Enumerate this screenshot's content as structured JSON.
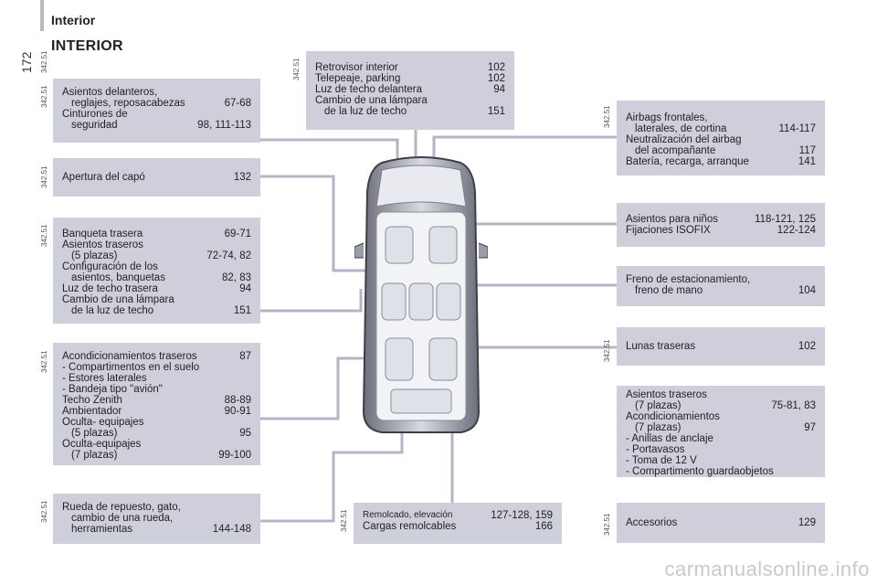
{
  "header": {
    "section": "Interior",
    "page_number": "172",
    "title": "INTERIOR"
  },
  "code_label": "342.51",
  "boxes": {
    "front_seats": {
      "rows": [
        {
          "t": "Asientos delanteros,",
          "p": ""
        },
        {
          "t": "reglajes, reposacabezas",
          "p": "67-68",
          "i": true
        },
        {
          "t": "Cinturones de",
          "p": ""
        },
        {
          "t": "seguridad",
          "p": "98, 111-113",
          "i": true
        }
      ]
    },
    "bonnet": {
      "rows": [
        {
          "t": "Apertura del capó",
          "p": "132"
        }
      ]
    },
    "rear_bench": {
      "rows": [
        {
          "t": "Banqueta trasera",
          "p": "69-71"
        },
        {
          "t": "Asientos traseros",
          "p": ""
        },
        {
          "t": "(5 plazas)",
          "p": "72-74, 82",
          "i": true
        },
        {
          "t": "Configuración de los",
          "p": ""
        },
        {
          "t": "asientos, banquetas",
          "p": "82, 83",
          "i": true
        },
        {
          "t": "Luz de techo trasera",
          "p": "94"
        },
        {
          "t": "Cambio de una lámpara",
          "p": ""
        },
        {
          "t": "de la luz de techo",
          "p": "151",
          "i": true
        }
      ]
    },
    "rear_fittings": {
      "rows": [
        {
          "t": "Acondicionamientos traseros",
          "p": "87"
        },
        {
          "t": "-  Compartimentos en el suelo",
          "p": ""
        },
        {
          "t": "-  Estores laterales",
          "p": ""
        },
        {
          "t": "-  Bandeja tipo \"avión\"",
          "p": ""
        },
        {
          "t": "Techo Zenith",
          "p": "88-89"
        },
        {
          "t": "Ambientador",
          "p": "90-91"
        },
        {
          "t": "Oculta- equipajes",
          "p": ""
        },
        {
          "t": "(5 plazas)",
          "p": "95",
          "i": true
        },
        {
          "t": "Oculta-equipajes",
          "p": ""
        },
        {
          "t": "(7 plazas)",
          "p": "99-100",
          "i": true
        }
      ]
    },
    "spare_wheel": {
      "rows": [
        {
          "t": "Rueda de repuesto, gato,",
          "p": ""
        },
        {
          "t": "cambio de una rueda,",
          "p": "",
          "i": true
        },
        {
          "t": "herramientas",
          "p": "144-148",
          "i": true
        }
      ]
    },
    "mirror": {
      "rows": [
        {
          "t": "Retrovisor interior",
          "p": "102"
        },
        {
          "t": "Telepeaje, parking",
          "p": "102"
        },
        {
          "t": "Luz de techo delantera",
          "p": "94"
        },
        {
          "t": "Cambio de una lámpara",
          "p": ""
        },
        {
          "t": "de la luz de techo",
          "p": "151",
          "i": true
        }
      ]
    },
    "towing": {
      "rows": [
        {
          "t": "Remolcado, elevación",
          "p": "127-128, 159",
          "s": true
        },
        {
          "t": "Cargas remolcables",
          "p": "166"
        }
      ]
    },
    "airbags": {
      "rows": [
        {
          "t": "Airbags frontales,",
          "p": ""
        },
        {
          "t": "laterales, de cortina",
          "p": "114-117",
          "i": true
        },
        {
          "t": "Neutralización del airbag",
          "p": ""
        },
        {
          "t": "del acompañante",
          "p": "117",
          "i": true
        },
        {
          "t": "Batería, recarga, arranque",
          "p": "141"
        }
      ]
    },
    "child_seats": {
      "rows": [
        {
          "t": "Asientos para niños",
          "p": "118-121, 125"
        },
        {
          "t": "Fijaciones ISOFIX",
          "p": "122-124"
        }
      ]
    },
    "parking_brake": {
      "rows": [
        {
          "t": "Freno de estacionamiento,",
          "p": ""
        },
        {
          "t": "freno de mano",
          "p": "104",
          "i": true
        }
      ]
    },
    "rear_windows": {
      "rows": [
        {
          "t": "Lunas traseras",
          "p": "102"
        }
      ]
    },
    "rear_seats7": {
      "rows": [
        {
          "t": "Asientos traseros",
          "p": ""
        },
        {
          "t": "(7 plazas)",
          "p": "75-81, 83",
          "i": true
        },
        {
          "t": "Acondicionamientos",
          "p": ""
        },
        {
          "t": "(7 plazas)",
          "p": "97",
          "i": true
        },
        {
          "t": "-  Anillas de anclaje",
          "p": ""
        },
        {
          "t": "-  Portavasos",
          "p": ""
        },
        {
          "t": "-  Toma de 12 V",
          "p": ""
        },
        {
          "t": "-  Compartimento guardaobjetos",
          "p": ""
        }
      ]
    },
    "accessories": {
      "rows": [
        {
          "t": "Accesorios",
          "p": "129"
        }
      ]
    }
  },
  "watermark": "carmanualsonline.info",
  "colors": {
    "box_bg": "#cfcfdc",
    "leader": "#b4b4c6"
  }
}
